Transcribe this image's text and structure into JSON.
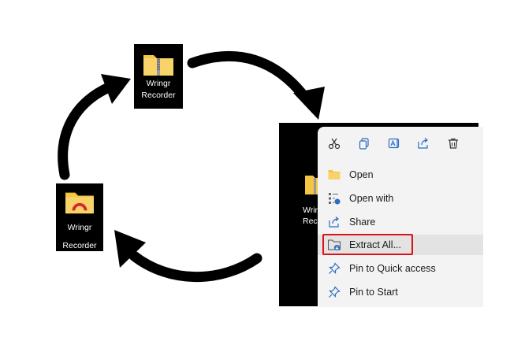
{
  "desktop_zip": {
    "line1": "Wringr",
    "line2": "Recorder"
  },
  "desktop_app": {
    "line1": "Wringr",
    "line2": "Recorder"
  },
  "partial_tile": {
    "line1": "Wrin",
    "line2": "Reco"
  },
  "menu": {
    "toolbar": [
      "cut-icon",
      "copy-icon",
      "rename-icon",
      "share-icon",
      "delete-icon"
    ],
    "items": [
      {
        "label": "Open",
        "icon": "folder-icon"
      },
      {
        "label": "Open with",
        "icon": "open-with-icon"
      },
      {
        "label": "Share",
        "icon": "share-icon"
      },
      {
        "label": "Extract All...",
        "icon": "extract-icon",
        "highlighted": true
      },
      {
        "label": "Pin to Quick access",
        "icon": "pin-icon"
      },
      {
        "label": "Pin to Start",
        "icon": "pin-icon"
      }
    ]
  },
  "colors": {
    "folder": "#f4c542",
    "highlight": "#e0101a",
    "menu_bg": "#f3f3f3",
    "accent_blue": "#2b6cc4"
  }
}
